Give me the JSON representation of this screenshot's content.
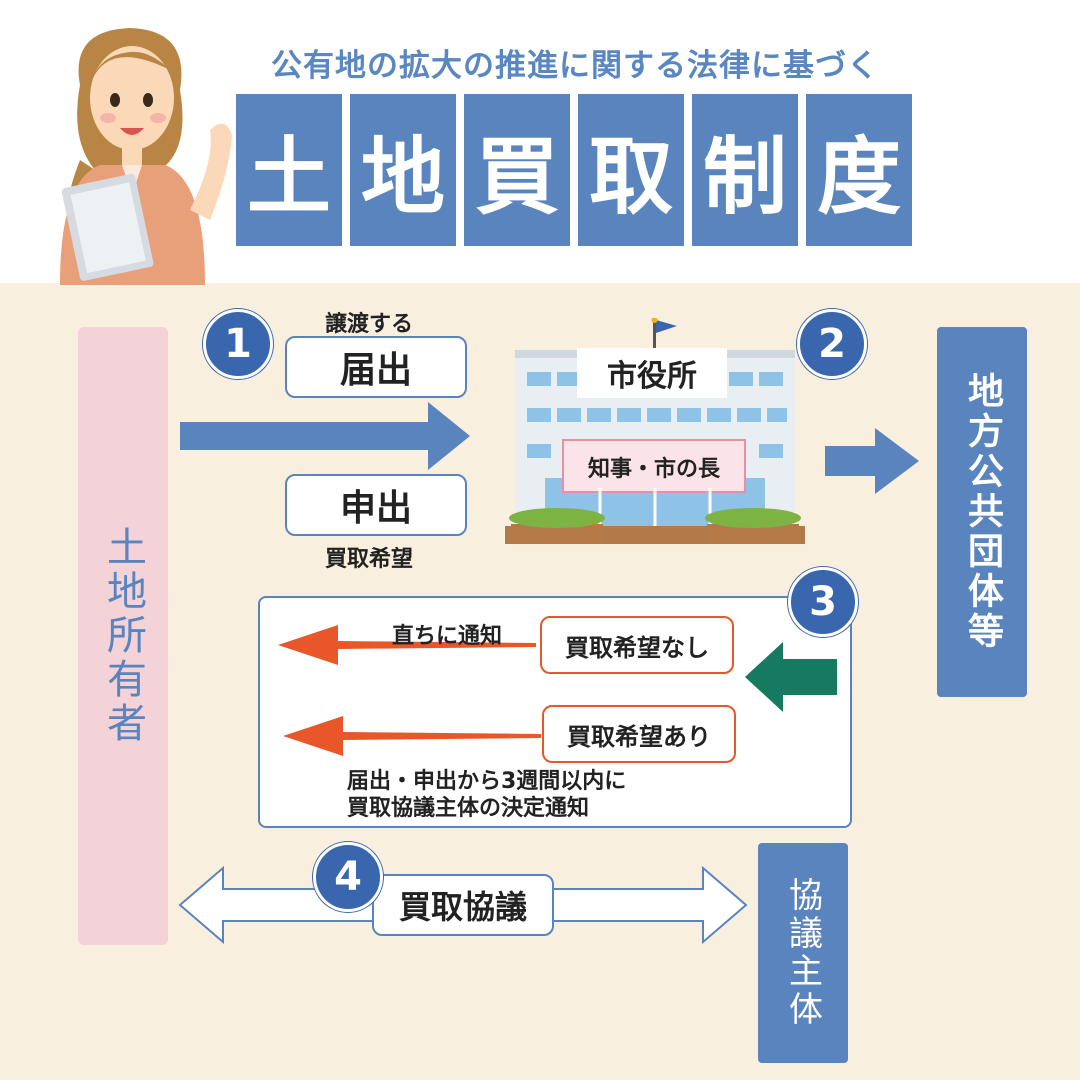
{
  "header": {
    "subtitle": "公有地の拡大の推進に関する法律に基づく",
    "title_chars": [
      "土",
      "地",
      "買",
      "取",
      "制",
      "度"
    ]
  },
  "steps": [
    "1",
    "2",
    "3",
    "4"
  ],
  "parties": {
    "landowner": "土地所有者",
    "local_gov": "地方公共団体等",
    "negotiator": "協議主体"
  },
  "step1": {
    "above_label": "譲渡する",
    "notify_box": "届出",
    "request_box": "申出",
    "below_label": "買取希望"
  },
  "city_hall": {
    "sign": "市役所",
    "official": "知事・市の長"
  },
  "step3": {
    "no_request_box": "買取希望なし",
    "no_request_note": "直ちに通知",
    "request_box": "買取希望あり",
    "request_note_line1": "届出・申出から3週間以内に",
    "request_note_line2": "買取協議主体の決定通知"
  },
  "step4": {
    "negotiation_box": "買取協議"
  },
  "colors": {
    "title_blue": "#5a84be",
    "badge_blue": "#3a66ad",
    "cream": "#f8efdf",
    "pink": "#f4d3d8",
    "orange": "#e7572a",
    "green": "#157a60"
  },
  "icons": [
    "woman-illustration",
    "flag-icon",
    "building-icon"
  ]
}
